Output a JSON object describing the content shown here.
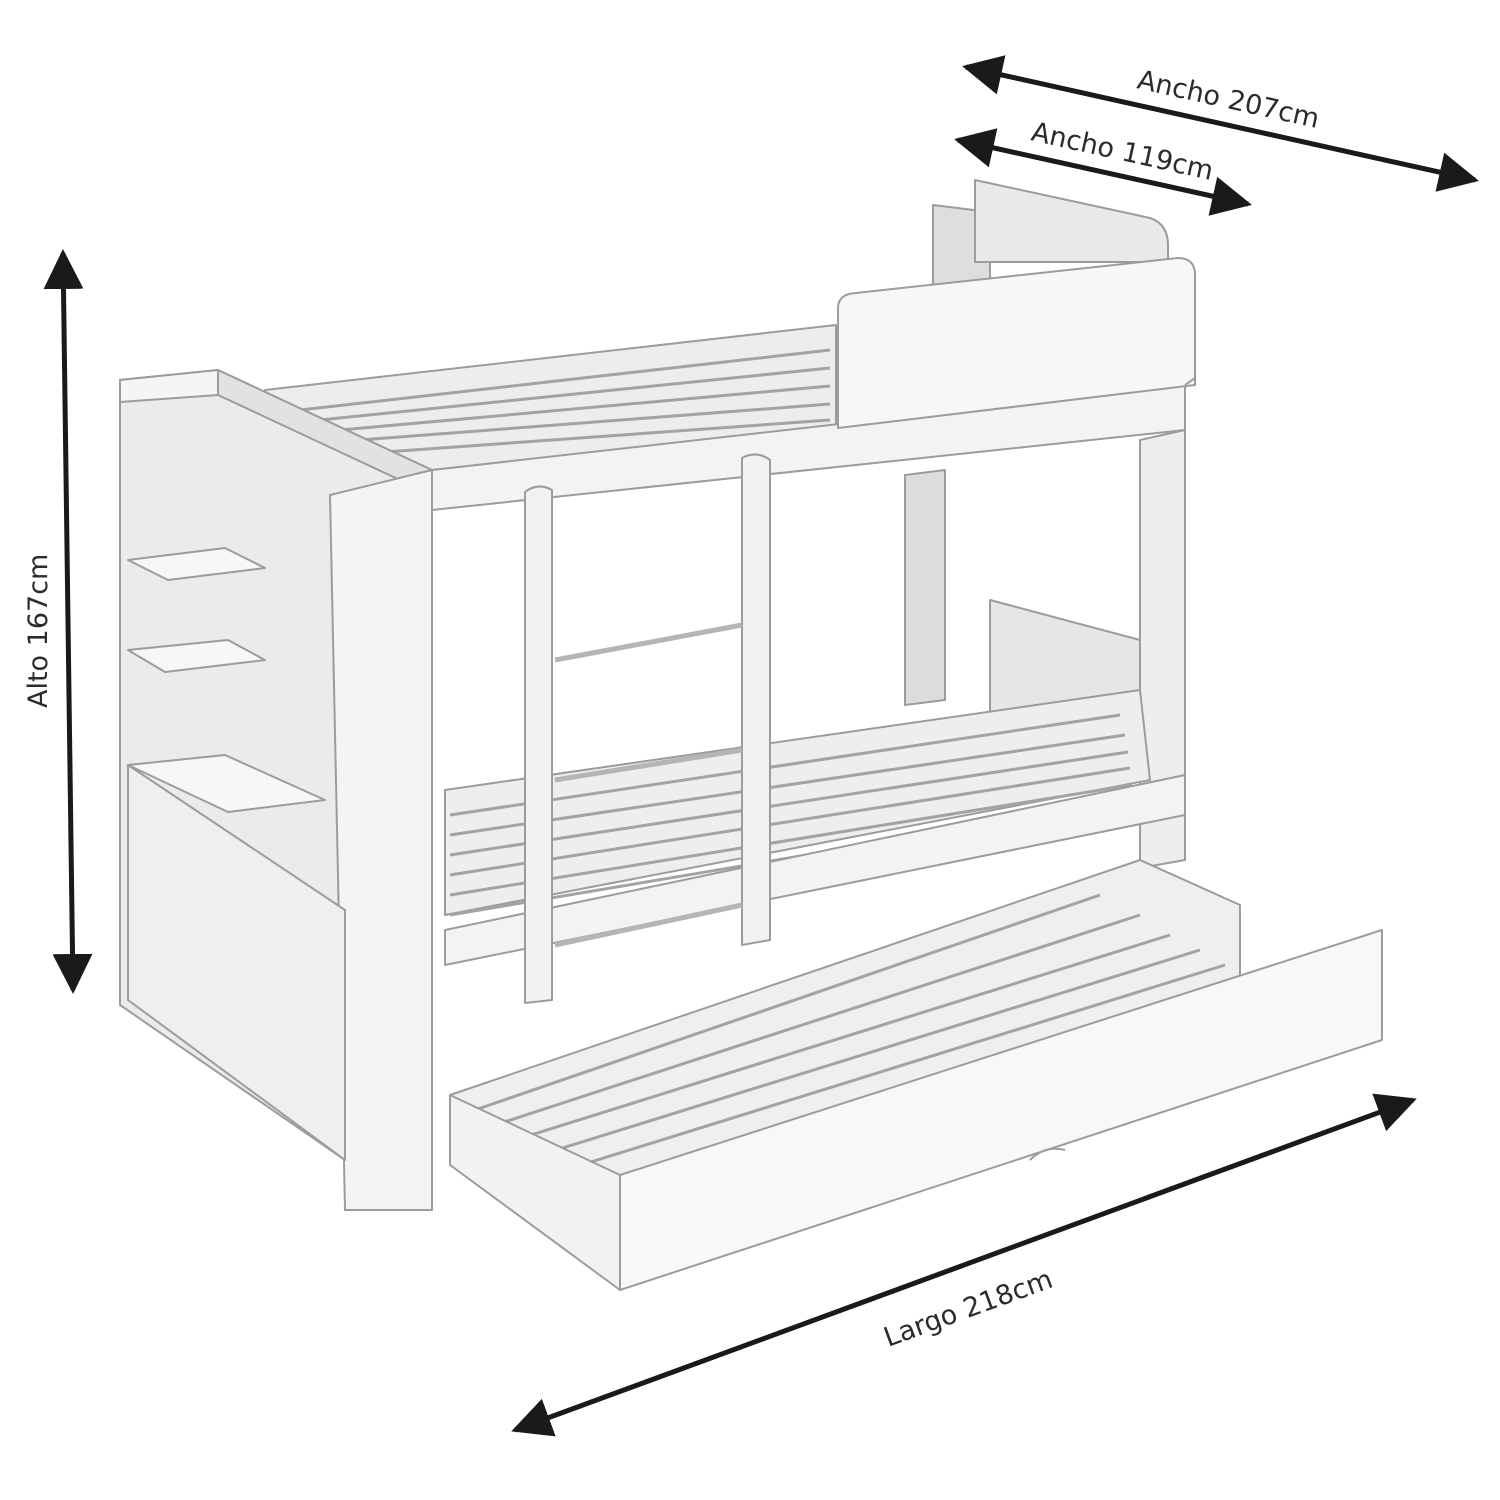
{
  "dimensions": {
    "total_width": "Ancho 207cm",
    "bed_width": "Ancho 119cm",
    "height": "Alto 167cm",
    "length": "Largo 218cm"
  },
  "colors": {
    "panel": "#ececec",
    "panel_light": "#f6f6f6",
    "panel_dark": "#dcdcdc",
    "outline": "#9c9c9c",
    "slat": "#a3a3a3",
    "arrow": "#1a1a1a"
  }
}
